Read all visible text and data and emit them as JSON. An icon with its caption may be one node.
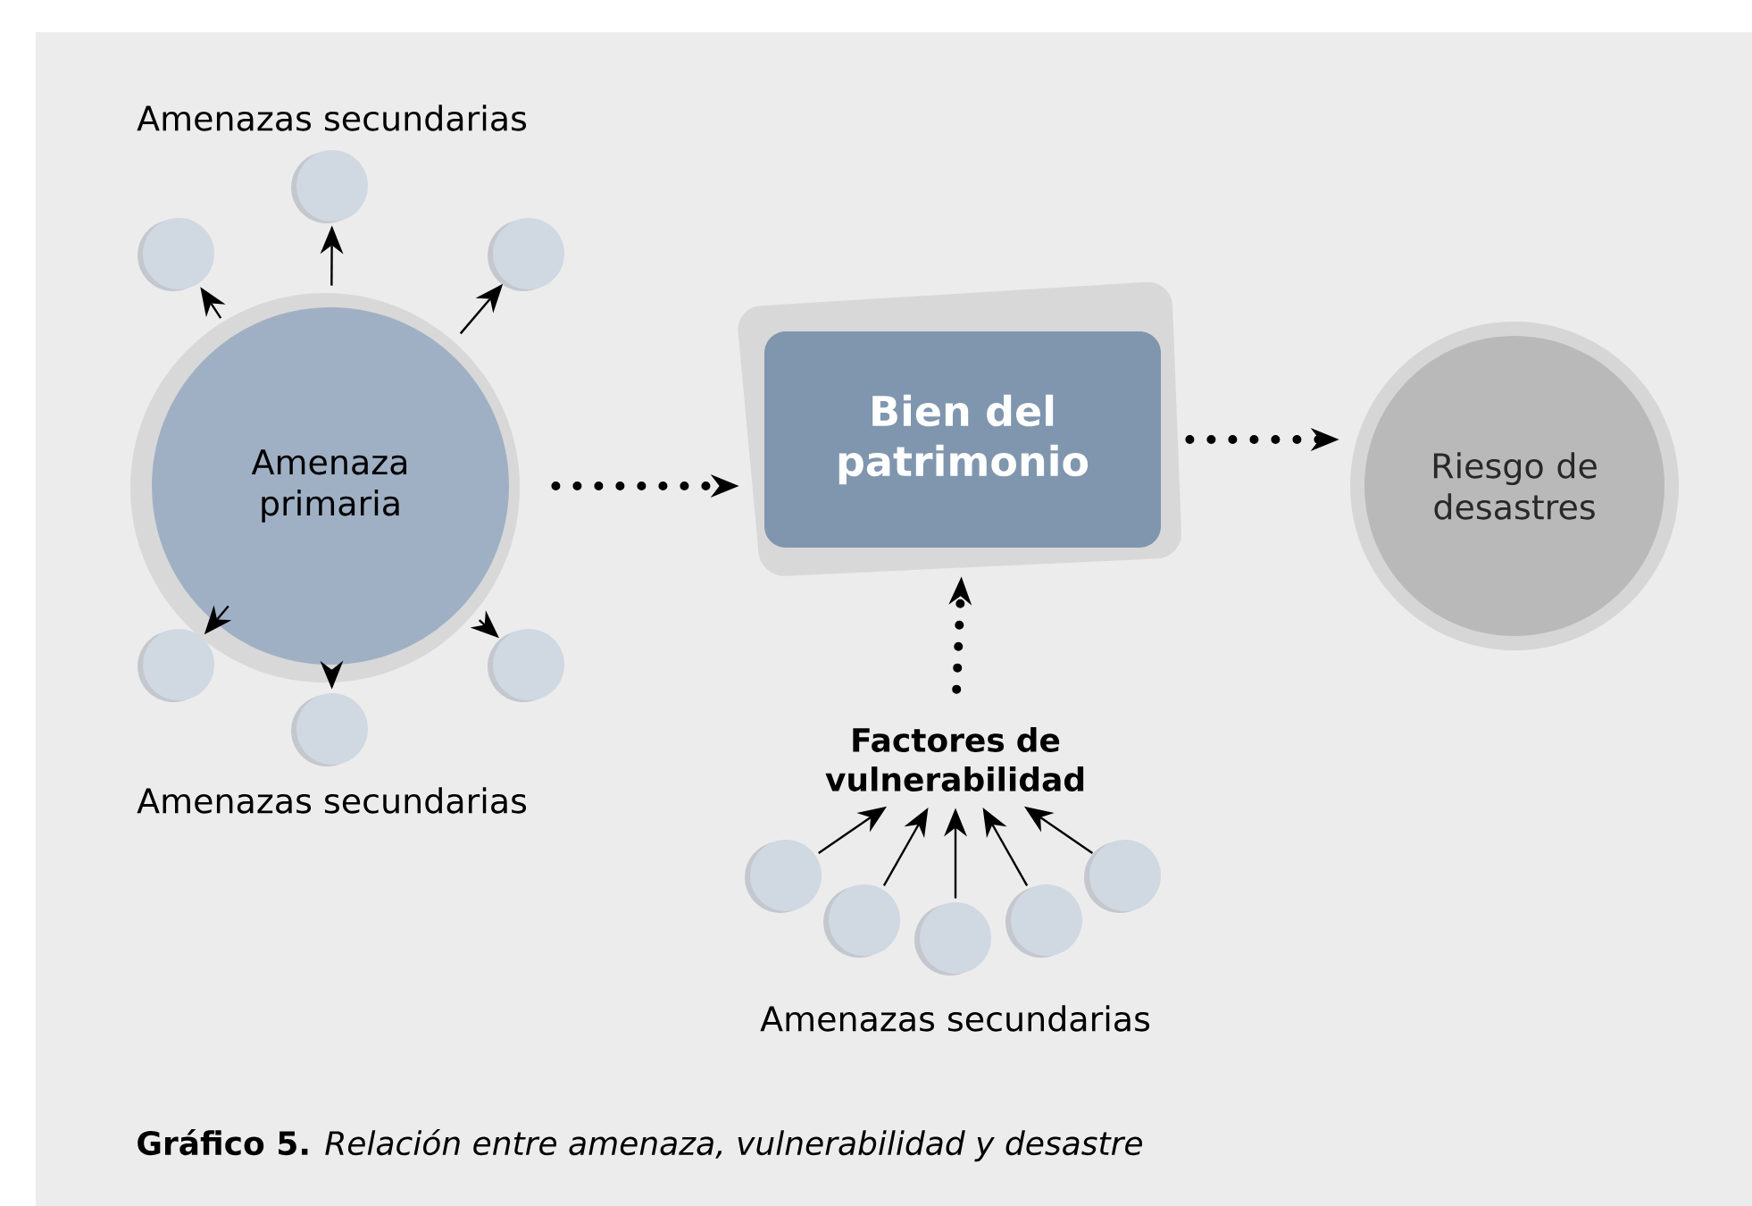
{
  "diagram": {
    "caption": "**Gráfico 5.** *Relación entre amenaza, vulnerabilidad y desastre*",
    "nodes": [
      {
        "text": [
          "Amenaza primaria"
        ]
      },
      {
        "text": [],
        "shape": "circle"
      },
      {
        "text": [],
        "shape": "circle"
      },
      {
        "text": [],
        "shape": "circle"
      },
      {
        "text": [],
        "shape": "circle"
      },
      {
        "text": [],
        "shape": "circle"
      },
      {
        "text": [],
        "shape": "circle"
      },
      {
        "text": [
          "Bien del patrimonio"
        ]
      },
      {
        "text": [
          "Riesgo de desastres"
        ]
      },
      {
        "text": [
          "Factores de vulnerabilidad"
        ]
      },
      {
        "text": [],
        "shape": "circle"
      },
      {
        "text": [],
        "shape": "circle"
      },
      {
        "text": [],
        "shape": "circle"
      },
      {
        "text": [],
        "shape": "circle"
      },
      {
        "text": [],
        "shape": "circle"
      }
    ],
    "edges": [
      {
        "from": 0,
        "to": 1,
        "arrow": "to"
      },
      {
        "from": 0,
        "to": 2,
        "arrow": "to"
      },
      {
        "from": 0,
        "to": 3,
        "arrow": "to"
      },
      {
        "from": 0,
        "to": 4,
        "arrow": "to"
      },
      {
        "from": 0,
        "to": 5,
        "arrow": "to"
      },
      {
        "from": 0,
        "to": 6,
        "arrow": "to"
      },
      {
        "from": 0,
        "to": 7,
        "arrow": "to",
        "style": "dashed"
      },
      {
        "from": 7,
        "to": 8,
        "arrow": "to",
        "style": "dashed"
      },
      {
        "from": 9,
        "to": 7,
        "arrow": "to",
        "style": "dashed"
      },
      {
        "from": 10,
        "to": 9,
        "arrow": "to"
      },
      {
        "from": 11,
        "to": 9,
        "arrow": "to"
      },
      {
        "from": 12,
        "to": 9,
        "arrow": "to"
      },
      {
        "from": 13,
        "to": 9,
        "arrow": "to"
      },
      {
        "from": 14,
        "to": 9,
        "arrow": "to"
      }
    ],
    "labels": [
      "Amenazas secundarias",
      "Amenazas secundarias",
      "Amenazas secundarias"
    ]
  }
}
